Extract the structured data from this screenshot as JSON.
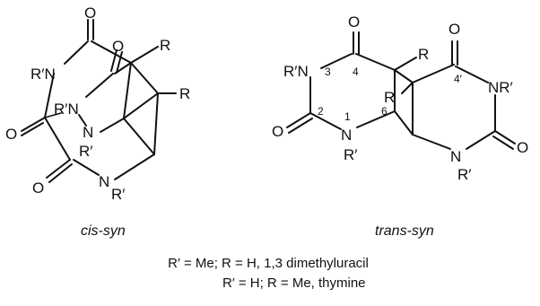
{
  "cis_syn": {
    "caption": "cis-syn",
    "labels": {
      "o_top": "O",
      "o_mid": "O",
      "o_left": "O",
      "o_bottom": "O",
      "rn_top": "R′N",
      "rn_mid": "R′N",
      "n_mid": "N",
      "rp_mid": "R′",
      "n_bottom": "N",
      "rp_bottom": "R′",
      "r_top": "R",
      "r_right": "R"
    }
  },
  "trans_syn": {
    "caption": "trans-syn",
    "labels": {
      "o_top_left": "O",
      "o_top_right": "O",
      "o_left": "O",
      "o_right": "O",
      "rn_left": "R′N",
      "n3_num": "3",
      "c4_num": "4",
      "c2_num": "2",
      "n1_num": "1",
      "c6_num": "6",
      "c4p_num": "4′",
      "n_lower_left": "N",
      "rp_lower_left": "R′",
      "r_top": "R",
      "r_mid": "R",
      "nr_right": "NR′",
      "n_bottom_right": "N",
      "rp_bottom_right": "R′"
    }
  },
  "notes": [
    "R′ = Me; R = H, 1,3 dimethyluracil",
    "R′ = H; R = Me, thymine"
  ]
}
